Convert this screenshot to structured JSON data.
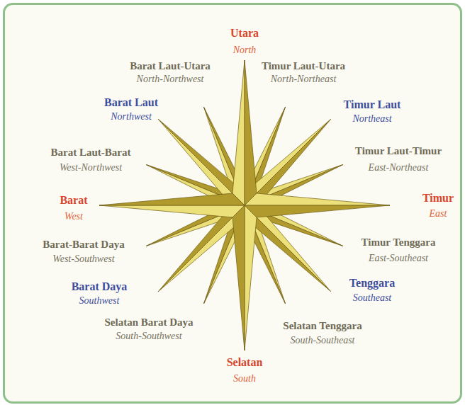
{
  "diagram": {
    "labels": [
      "Utara",
      "North",
      "Barat Laut-Utara",
      "North-Northwest",
      "Timur Laut-Utara",
      "North-Northeast",
      "Barat Laut",
      "Northwest",
      "Timur Laut",
      "Northeast",
      "Barat Laut-Barat",
      "West-Northwest",
      "Timur Laut-Timur",
      "East-Northeast",
      "Barat",
      "West",
      "Timur",
      "East",
      "Barat-Barat Daya",
      "West-Southwest",
      "Timur Tenggara",
      "East-Southeast",
      "Barat Daya",
      "Southwest",
      "Tenggara",
      "Southeast",
      "Selatan Barat Daya",
      "South-Southwest",
      "Selatan Tenggara",
      "South-Southeast",
      "Selatan",
      "South"
    ]
  }
}
